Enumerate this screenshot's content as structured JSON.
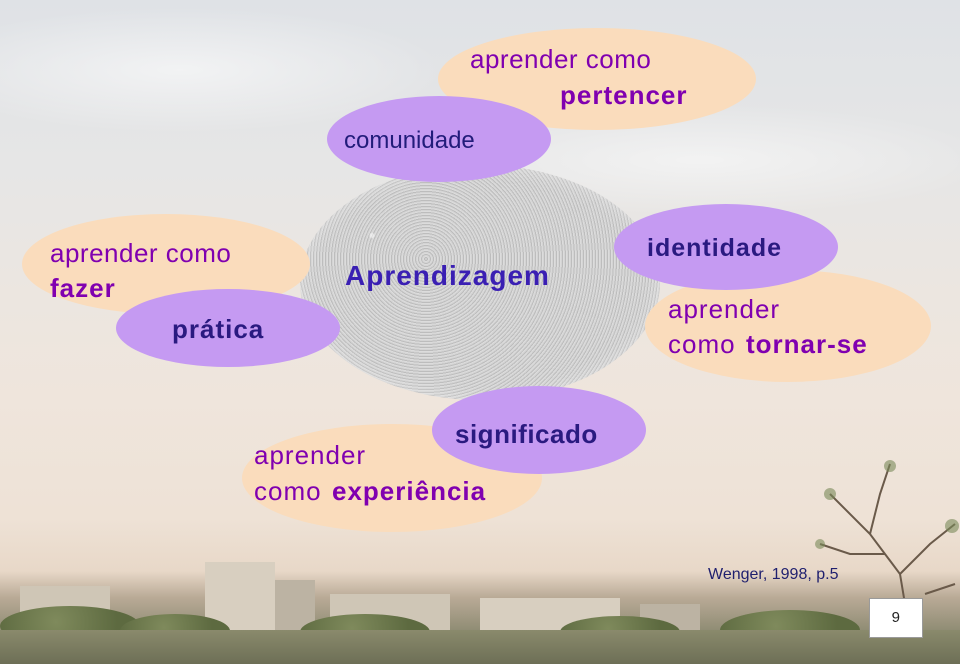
{
  "slide": {
    "center_label": "Aprendizagem",
    "components": [
      {
        "key": "comunidade",
        "label": "comunidade",
        "learning_lines": [
          "aprender como",
          "pertencer"
        ]
      },
      {
        "key": "pratica",
        "label": "prática",
        "learning_lines": [
          "aprender como",
          "fazer"
        ]
      },
      {
        "key": "identidade",
        "label": "identidade",
        "learning_lines": [
          "aprender",
          "como",
          "tornar-se"
        ]
      },
      {
        "key": "significado",
        "label": "significado",
        "learning_lines": [
          "aprender",
          "como",
          "experiência"
        ]
      }
    ],
    "citation": "Wenger, 1998, p.5",
    "page_number": "9"
  },
  "colors": {
    "peach": "#fadcbc",
    "lilac": "#c59af2",
    "text_purple": "#8000b0",
    "text_blue": "#3a1fb3",
    "text_dark": "#221c7a"
  }
}
